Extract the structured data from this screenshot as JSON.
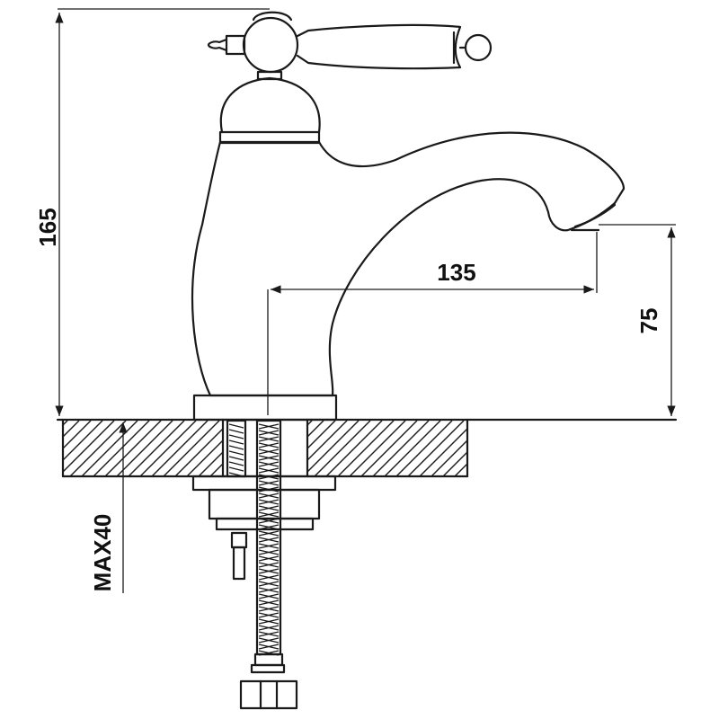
{
  "dimensions": {
    "height": "165",
    "reach": "135",
    "spout_height": "75",
    "max_thickness": "MAX40"
  },
  "colors": {
    "line": "#1a1a1a",
    "background": "#ffffff"
  }
}
